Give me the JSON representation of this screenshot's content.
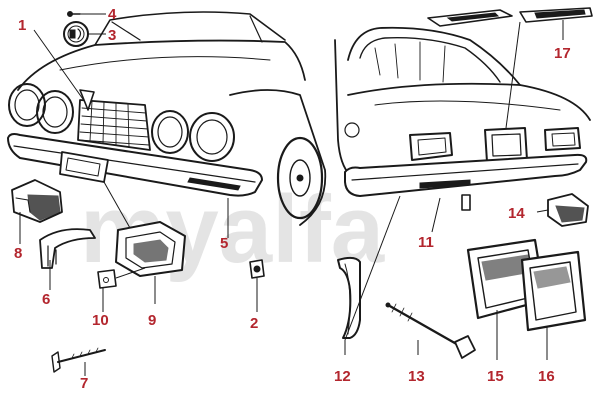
{
  "colors": {
    "label": "#b3262e",
    "line": "#1a1a1a",
    "watermark": "#e4e4e4"
  },
  "watermark": {
    "text": "myalfa"
  },
  "callouts": [
    {
      "id": "1",
      "text": "1"
    },
    {
      "id": "2",
      "text": "2"
    },
    {
      "id": "3",
      "text": "3"
    },
    {
      "id": "4",
      "text": "4"
    },
    {
      "id": "5",
      "text": "5"
    },
    {
      "id": "6",
      "text": "6"
    },
    {
      "id": "7",
      "text": "7"
    },
    {
      "id": "8",
      "text": "8"
    },
    {
      "id": "9",
      "text": "9"
    },
    {
      "id": "10",
      "text": "10"
    },
    {
      "id": "11",
      "text": "11"
    },
    {
      "id": "12",
      "text": "12"
    },
    {
      "id": "13",
      "text": "13"
    },
    {
      "id": "14",
      "text": "14"
    },
    {
      "id": "15",
      "text": "15"
    },
    {
      "id": "16",
      "text": "16"
    },
    {
      "id": "17",
      "text": "17"
    }
  ]
}
